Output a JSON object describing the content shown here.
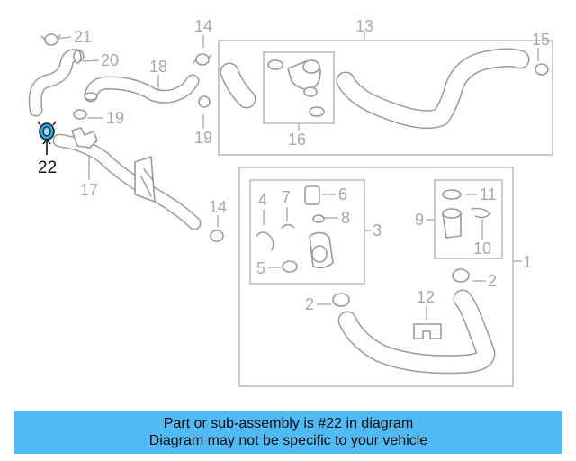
{
  "diagram": {
    "highlighted_part": "22",
    "highlight_color": "#2aa7e6",
    "labels": {
      "p1": "1",
      "p2a": "2",
      "p2b": "2",
      "p3": "3",
      "p4": "4",
      "p5": "5",
      "p6": "6",
      "p7": "7",
      "p8": "8",
      "p9": "9",
      "p10": "10",
      "p11": "11",
      "p12": "12",
      "p13": "13",
      "p14a": "14",
      "p14b": "14",
      "p15": "15",
      "p16": "16",
      "p17": "17",
      "p18": "18",
      "p19a": "19",
      "p19b": "19",
      "p20": "20",
      "p21": "21",
      "p22": "22"
    }
  },
  "banner": {
    "line1": "Part or sub-assembly is #22 in diagram",
    "line2": "Diagram may not be specific to your vehicle",
    "bg_color": "#52baf3"
  }
}
